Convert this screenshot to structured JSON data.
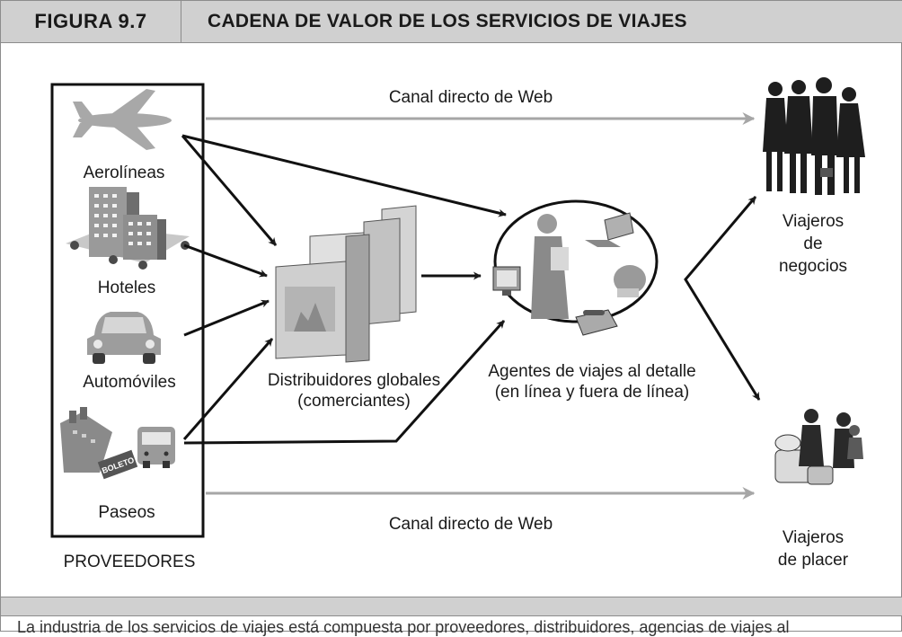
{
  "figure": {
    "number": "FIGURA 9.7",
    "title": "CADENA DE VALOR DE LOS SERVICIOS DE VIAJES"
  },
  "suppliers": {
    "group_label": "PROVEEDORES",
    "airlines": "Aerolíneas",
    "hotels": "Hoteles",
    "cars": "Automóviles",
    "tours": "Paseos",
    "ticket_text": "BOLETO"
  },
  "distributors": {
    "line1": "Distribuidores globales",
    "line2": "(comerciantes)"
  },
  "agents": {
    "line1": "Agentes de viajes al detalle",
    "line2": "(en línea y fuera de línea)"
  },
  "business_travelers": {
    "line1": "Viajeros",
    "line2": "de",
    "line3": "negocios"
  },
  "leisure_travelers": {
    "line1": "Viajeros",
    "line2": "de placer"
  },
  "channels": {
    "top": "Canal directo de Web",
    "bottom": "Canal directo de Web"
  },
  "caption": "La industria de los servicios de viajes está compuesta por proveedores, distribuidores, agencias de viajes al"
}
